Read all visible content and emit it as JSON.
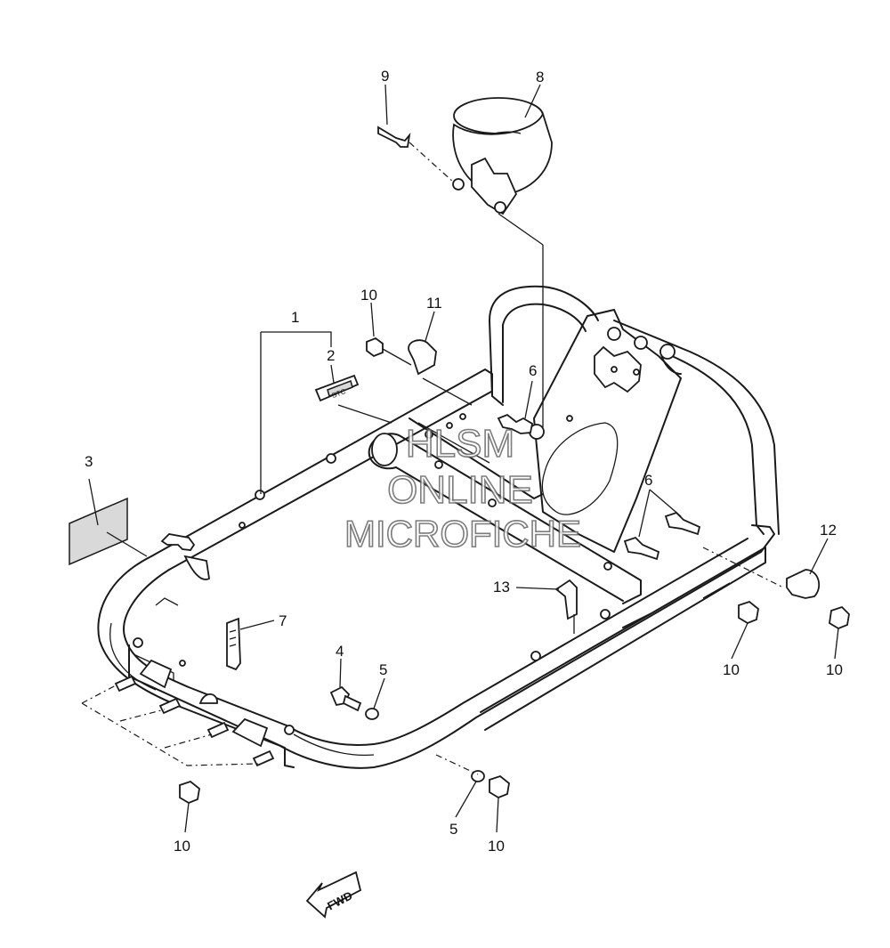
{
  "diagram": {
    "callouts": [
      {
        "id": "c1",
        "label": "1"
      },
      {
        "id": "c2",
        "label": "2"
      },
      {
        "id": "c3",
        "label": "3"
      },
      {
        "id": "c4",
        "label": "4"
      },
      {
        "id": "c5a",
        "label": "5"
      },
      {
        "id": "c5b",
        "label": "5"
      },
      {
        "id": "c6a",
        "label": "6"
      },
      {
        "id": "c6b",
        "label": "6"
      },
      {
        "id": "c7",
        "label": "7"
      },
      {
        "id": "c8",
        "label": "8"
      },
      {
        "id": "c9",
        "label": "9"
      },
      {
        "id": "c10a",
        "label": "10"
      },
      {
        "id": "c10b",
        "label": "10"
      },
      {
        "id": "c10c",
        "label": "10"
      },
      {
        "id": "c10d",
        "label": "10"
      },
      {
        "id": "c10e",
        "label": "10"
      },
      {
        "id": "c11",
        "label": "11"
      },
      {
        "id": "c12",
        "label": "12"
      },
      {
        "id": "c13",
        "label": "13"
      }
    ],
    "fwd_label": "FWD",
    "emblem_text": "STC",
    "watermark": [
      "HLSM",
      "ONLINE",
      "MICROFICHE"
    ]
  }
}
